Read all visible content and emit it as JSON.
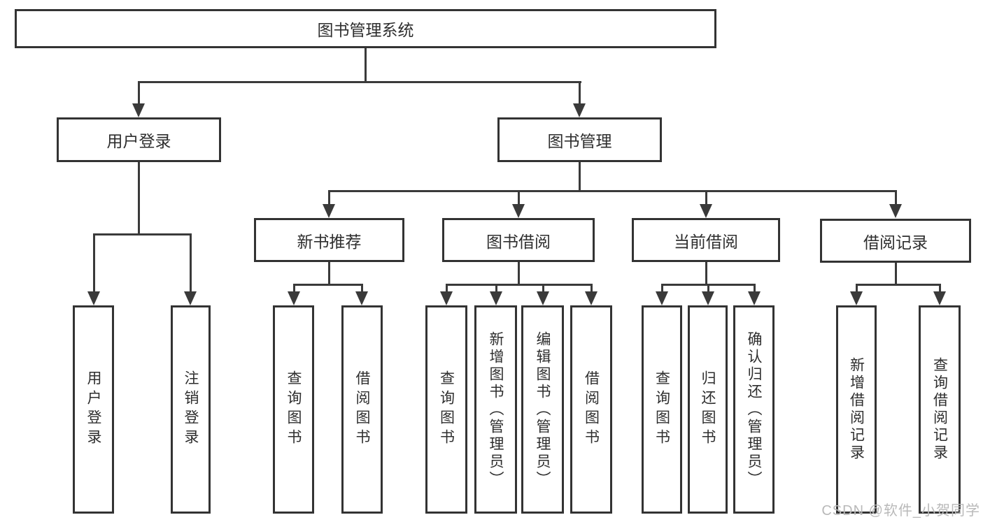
{
  "colors": {
    "line": "#3a3a3a",
    "border": "#333333",
    "text": "#2e2e2e",
    "watermark": "#b9b9b9",
    "background": "#ffffff"
  },
  "watermark": "CSDN @软件_小贺同学",
  "diagram": {
    "type": "tree",
    "root": {
      "label": "图书管理系统"
    },
    "user_login": {
      "label": "用户登录",
      "children": {
        "login": "用户登录",
        "logout": "注销登录"
      }
    },
    "book_management": {
      "label": "图书管理",
      "sections": {
        "new_book_recommend": {
          "label": "新书推荐",
          "children": {
            "query_books": "查询图书",
            "borrow_books": "借阅图书"
          }
        },
        "book_borrowing": {
          "label": "图书借阅",
          "children": {
            "query_books": "查询图书",
            "add_books_admin": "新增图书（管理员）",
            "edit_books_admin": "编辑图书（管理员）",
            "borrow_books": "借阅图书"
          }
        },
        "current_borrowing": {
          "label": "当前借阅",
          "children": {
            "query_books": "查询图书",
            "return_books": "归还图书",
            "confirm_return_admin": "确认归还（管理员）"
          }
        },
        "borrowing_records": {
          "label": "借阅记录",
          "children": {
            "add_record": "新增借阅记录",
            "query_record": "查询借阅记录"
          }
        }
      }
    }
  }
}
